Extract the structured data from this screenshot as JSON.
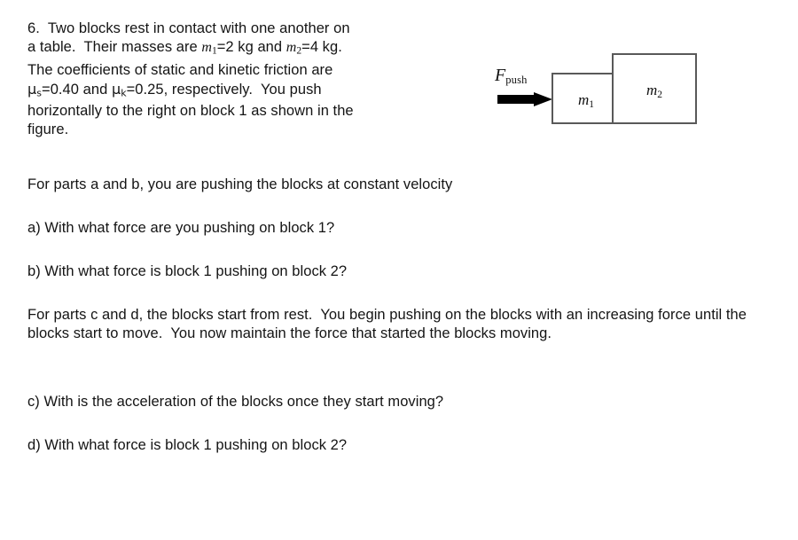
{
  "document": {
    "problem_number": "6.",
    "intro": {
      "line1": "6.  Two blocks rest in contact with one another on",
      "line2_before_m1": "a table.  Their masses are ",
      "m1_symbol": "m",
      "m1_sub": "1",
      "line2_mid": "=2 kg and ",
      "m2_symbol": "m",
      "m2_sub": "2",
      "line2_after": "=4 kg.",
      "line3": "The coefficients of static and kinetic friction are",
      "mu_symbol": "μ",
      "mu_s_sub": "s",
      "mu_s_value": "=0.40 and ",
      "mu_k_sub": "k",
      "mu_k_value": "=0.25, respectively.  You push",
      "line5": "horizontally to the right on block 1 as shown in the",
      "line6": "figure."
    },
    "constant_velocity_note": "For parts a and b, you are pushing the blocks at constant velocity",
    "question_a": "a) With what force are you pushing on block 1?",
    "question_b": "b) With what force is block 1 pushing on block 2?",
    "start_from_rest_note": "For parts c and d, the blocks start from rest.  You begin pushing on the blocks with an increasing force until the blocks start to move.  You now maintain the force that started the blocks moving.",
    "question_c": "c) With is the acceleration of the blocks once they start moving?",
    "question_d": "d) With what force is block 1 pushing on block 2?"
  },
  "figure": {
    "force_label_symbol": "F",
    "force_label_sub": "push",
    "block1_label_symbol": "m",
    "block1_label_sub": "1",
    "block2_label_symbol": "m",
    "block2_label_sub": "2",
    "border_color": "#595959",
    "arrow_color": "#000000",
    "background_color": "#ffffff"
  },
  "physics": {
    "m1_kg": 2,
    "m2_kg": 4,
    "mu_static": 0.4,
    "mu_kinetic": 0.25
  }
}
